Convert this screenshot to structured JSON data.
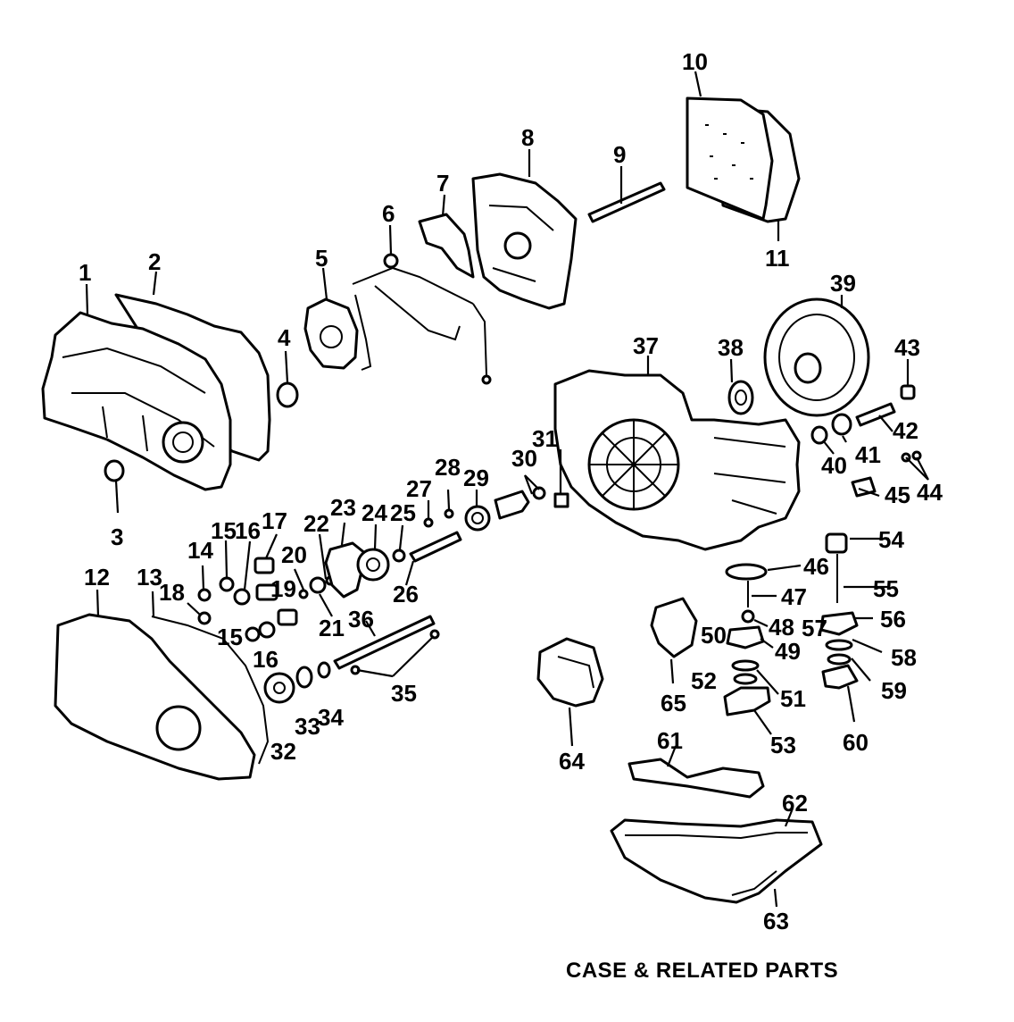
{
  "caption": "CASE & RELATED PARTS",
  "callouts": [
    "1",
    "2",
    "3",
    "4",
    "5",
    "6",
    "7",
    "8",
    "9",
    "10",
    "11",
    "12",
    "13",
    "14",
    "15",
    "15",
    "16",
    "16",
    "17",
    "18",
    "19",
    "20",
    "21",
    "22",
    "23",
    "24",
    "25",
    "26",
    "27",
    "28",
    "29",
    "30",
    "31",
    "32",
    "33",
    "34",
    "35",
    "36",
    "37",
    "38",
    "39",
    "40",
    "41",
    "42",
    "43",
    "44",
    "45",
    "46",
    "47",
    "48",
    "49",
    "50",
    "51",
    "52",
    "53",
    "54",
    "55",
    "56",
    "57",
    "58",
    "59",
    "60",
    "61",
    "62",
    "63",
    "64",
    "65"
  ],
  "colors": {
    "ink": "#000000",
    "paper": "#ffffff"
  }
}
